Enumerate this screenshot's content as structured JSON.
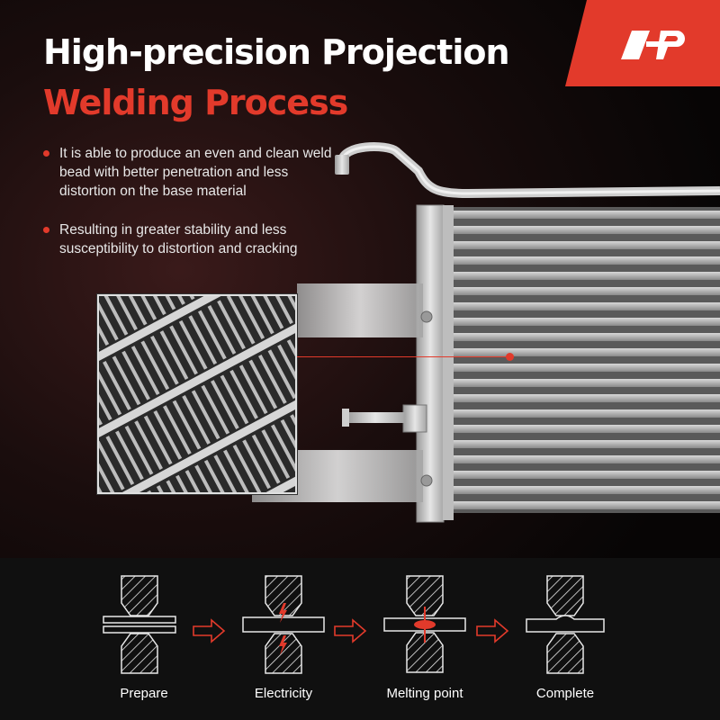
{
  "header": {
    "title_line1": "High-precision Projection",
    "title_line2": "Welding Process"
  },
  "logo": {
    "icon": "brand-logo",
    "color": "#e23a2b"
  },
  "bullets": [
    {
      "text": "It is able to produce an even and clean weld bead with better penetration and less distortion on the base material"
    },
    {
      "text": "Resulting in greater stability and less susceptibility to distortion and cracking"
    }
  ],
  "process": {
    "steps": [
      {
        "label": "Prepare"
      },
      {
        "label": "Electricity"
      },
      {
        "label": "Melting point"
      },
      {
        "label": "Complete"
      }
    ]
  },
  "colors": {
    "accent": "#e23a2b",
    "title_white": "#ffffff",
    "background": "#1a0d0d",
    "band": "#101010"
  }
}
